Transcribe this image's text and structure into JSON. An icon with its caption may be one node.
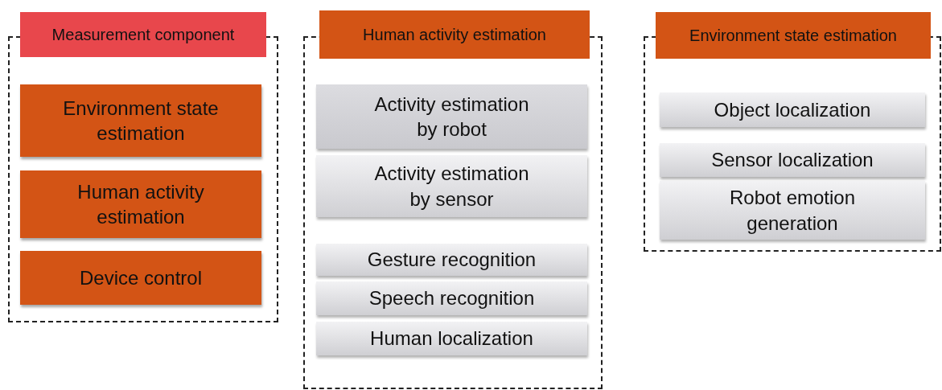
{
  "diagram": {
    "nodes": [
      {
        "text": [
          "Measurement component"
        ]
      },
      {
        "text": [],
        "shape": "box"
      },
      {
        "text": [
          "Environment state estimation"
        ],
        "in": 1
      },
      {
        "text": [
          "Human activity estimation"
        ],
        "in": 1
      },
      {
        "text": [
          "Device control"
        ],
        "in": 1
      },
      {
        "text": [
          "Human activity estimation"
        ]
      },
      {
        "text": [],
        "shape": "box"
      },
      {
        "text": [
          "Activity estimation by robot"
        ],
        "in": 6
      },
      {
        "text": [
          "Activity estimation by sensor"
        ],
        "in": 6
      },
      {
        "text": [
          "Gesture recognition"
        ],
        "in": 6
      },
      {
        "text": [
          "Speech recognition"
        ],
        "in": 6
      },
      {
        "text": [
          "Human localization"
        ],
        "in": 6
      },
      {
        "text": [
          "Environment state estimation"
        ]
      },
      {
        "text": [],
        "shape": "box"
      },
      {
        "text": [
          "Object localization"
        ],
        "in": 13
      },
      {
        "text": [
          "Sensor localization"
        ],
        "in": 13
      },
      {
        "text": [
          "Robot emotion generation"
        ],
        "in": 13
      }
    ]
  }
}
